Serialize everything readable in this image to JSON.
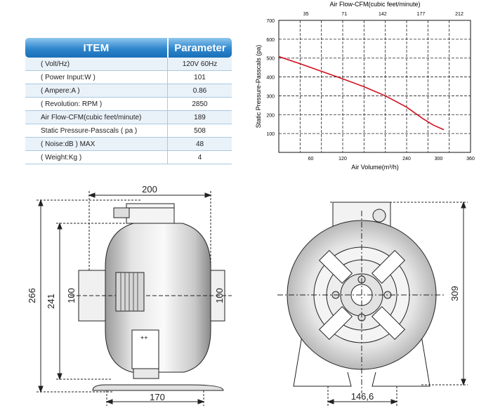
{
  "spec_table": {
    "header_item": "ITEM",
    "header_param": "Parameter",
    "rows": [
      {
        "item": "( Volt/Hz)",
        "value": "120V  60Hz"
      },
      {
        "item": "( Power Input:W )",
        "value": "101"
      },
      {
        "item": "( Ampere:A )",
        "value": "0.86"
      },
      {
        "item": "( Revolution: RPM )",
        "value": "2850"
      },
      {
        "item": "Air Flow-CFM(cubic feet/minute)",
        "value": "189"
      },
      {
        "item": "Static Pressure-Passcals ( pa )",
        "value": "508"
      },
      {
        "item": "( Noise:dB ) MAX",
        "value": "48"
      },
      {
        "item": "( Weight:Kg )",
        "value": "4"
      }
    ]
  },
  "chart_data": {
    "type": "line",
    "title": "Air Flow-CFM(cubic feet/minute)",
    "xlabel": "Air Volume(m³/h)",
    "ylabel": "Static Pressure-Passcals (pa)",
    "xlim": [
      0,
      360
    ],
    "ylim": [
      0,
      700
    ],
    "x_ticks": [
      60,
      120,
      240,
      300,
      360
    ],
    "y_ticks": [
      100,
      200,
      300,
      400,
      500,
      600,
      700
    ],
    "top_ticks": [
      35,
      71,
      142,
      177,
      212
    ],
    "grid": true,
    "series": [
      {
        "color": "#d01020",
        "x": [
          0,
          40,
          80,
          120,
          160,
          200,
          240,
          270,
          290,
          310
        ],
        "y": [
          508,
          470,
          430,
          390,
          348,
          300,
          240,
          180,
          145,
          120
        ]
      }
    ]
  },
  "drawing": {
    "side_width_top": "200",
    "side_height_outer": "266",
    "side_height_inner": "241",
    "side_inlet_left": "100",
    "side_inlet_right": "100",
    "side_base": "170",
    "front_height": "309",
    "front_base": "146,6"
  }
}
